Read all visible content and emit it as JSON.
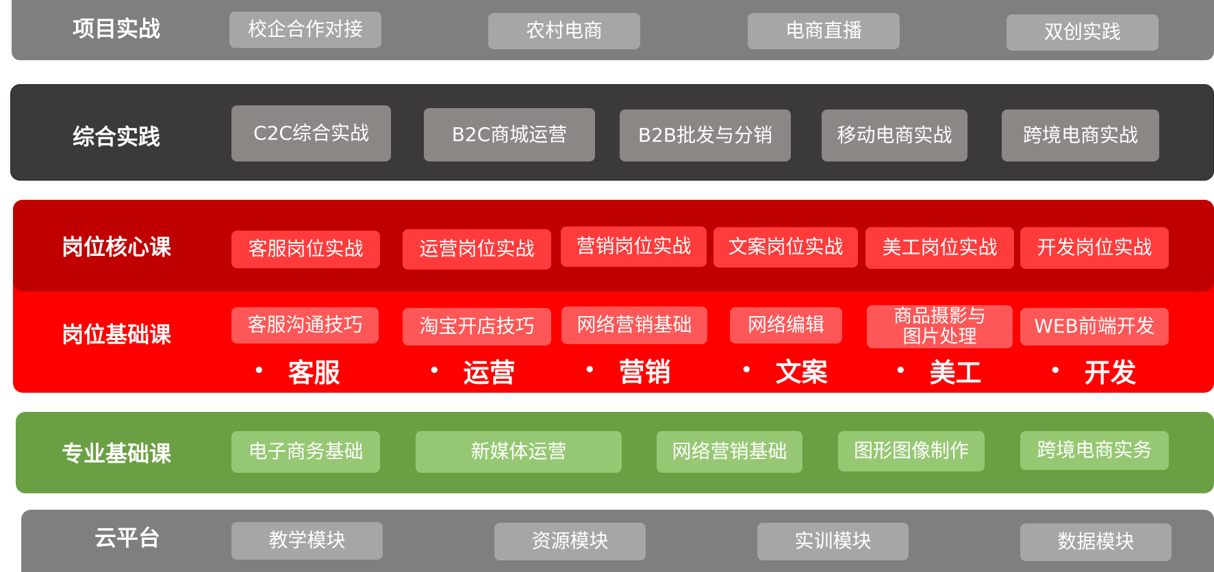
{
  "rows": {
    "project": {
      "label": "项目实战",
      "items": [
        "校企合作对接",
        "农村电商",
        "电商直播",
        "双创实践"
      ]
    },
    "comprehensive": {
      "label": "综合实践",
      "items": [
        "C2C综合实战",
        "B2C商城运营",
        "B2B批发与分销",
        "移动电商实战",
        "跨境电商实战"
      ]
    },
    "core": {
      "label": "岗位核心课",
      "items": [
        "客服岗位实战",
        "运营岗位实战",
        "营销岗位实战",
        "文案岗位实战",
        "美工岗位实战",
        "开发岗位实战"
      ]
    },
    "basic": {
      "label": "岗位基础课",
      "items": [
        "客服沟通技巧",
        "淘宝开店技巧",
        "网络营销基础",
        "网络编辑",
        "商品摄影与\n图片处理",
        "WEB前端开发"
      ],
      "roles": [
        "客服",
        "运营",
        "营销",
        "文案",
        "美工",
        "开发"
      ],
      "bullet": "•"
    },
    "professional": {
      "label": "专业基础课",
      "items": [
        "电子商务基础",
        "新媒体运营",
        "网络营销基础",
        "图形图像制作",
        "跨境电商实务"
      ]
    },
    "cloud": {
      "label": "云平台",
      "items": [
        "教学模块",
        "资源模块",
        "实训模块",
        "数据模块"
      ]
    }
  },
  "colors": {
    "project_band": "#7f7f7f",
    "project_chip": "#a6a6a6",
    "comprehensive_band": "#3b3a39",
    "comprehensive_chip": "#8c8685",
    "core_band": "#c00000",
    "core_chip": "#ff3b3b",
    "basic_band": "#ff0000",
    "basic_chip": "#ff5757",
    "professional_band": "#6aa043",
    "professional_chip": "#96c873",
    "cloud_band": "#7f7f7f",
    "cloud_chip": "#a6a6a6"
  }
}
